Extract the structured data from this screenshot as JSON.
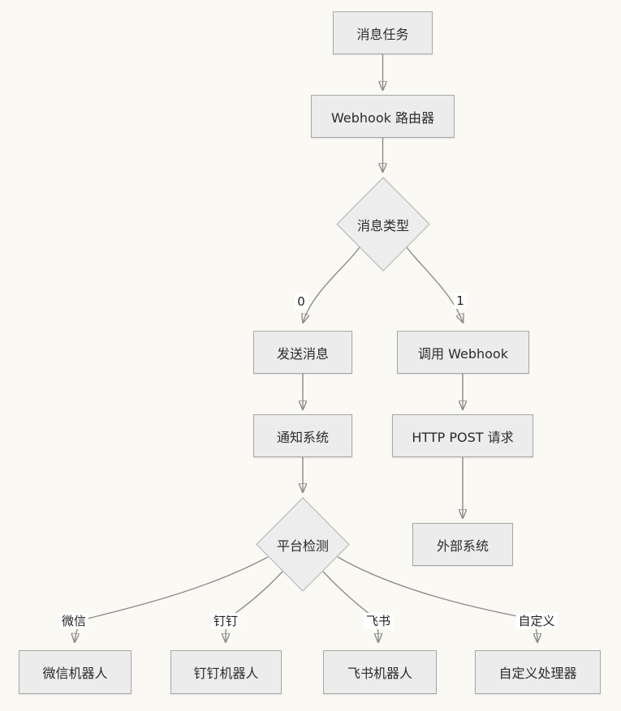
{
  "diagram": {
    "type": "flowchart",
    "direction": "top-down",
    "colors": {
      "background": "#FBF9F4",
      "node_fill": "#ECECEC",
      "node_border": "#A8A8A8",
      "edge_line": "#8C8C8C",
      "arrowhead": "#4D4D4D",
      "text": "#2B2B2B",
      "edge_label_background": "#FFFFFF"
    },
    "nodes": {
      "message_task": "消息任务",
      "webhook_router": "Webhook 路由器",
      "message_type": "消息类型",
      "send_message": "发送消息",
      "call_webhook": "调用 Webhook",
      "notify_system": "通知系统",
      "http_post": "HTTP POST 请求",
      "platform_detect": "平台检测",
      "external_system": "外部系统",
      "wechat_bot": "微信机器人",
      "dingtalk_bot": "钉钉机器人",
      "feishu_bot": "飞书机器人",
      "custom_handler": "自定义处理器"
    },
    "edge_labels": {
      "branch_0": "0",
      "branch_1": "1",
      "wechat": "微信",
      "dingtalk": "钉钉",
      "feishu": "飞书",
      "custom": "自定义"
    },
    "connections": [
      "消息任务 -> Webhook 路由器",
      "Webhook 路由器 -> 消息类型",
      "消息类型 -0-> 发送消息",
      "消息类型 -1-> 调用 Webhook",
      "发送消息 -> 通知系统",
      "调用 Webhook -> HTTP POST 请求",
      "通知系统 -> 平台检测",
      "HTTP POST 请求 -> 外部系统",
      "平台检测 -微信-> 微信机器人",
      "平台检测 -钉钉-> 钉钉机器人",
      "平台检测 -飞书-> 飞书机器人",
      "平台检测 -自定义-> 自定义处理器"
    ]
  }
}
